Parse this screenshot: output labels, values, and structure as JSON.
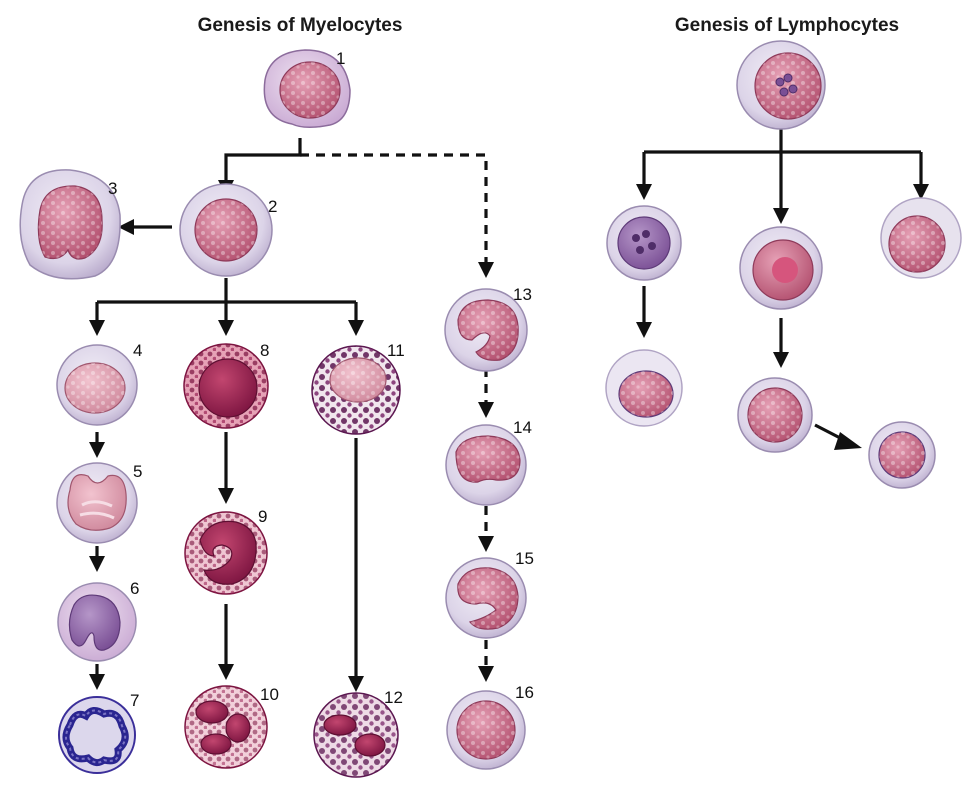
{
  "titles": {
    "myelocytes": "Genesis of Myelocytes",
    "lymphocytes": "Genesis of Lymphocytes"
  },
  "cell_numbers": [
    "1",
    "2",
    "3",
    "4",
    "5",
    "6",
    "7",
    "8",
    "9",
    "10",
    "11",
    "12",
    "13",
    "14",
    "15",
    "16"
  ],
  "colors": {
    "cytoplasm": "#d9d2e6",
    "nucleus_pink": "#c86b87",
    "nucleus_dark": "#8e1f4c",
    "nucleus_purple": "#8f66a8",
    "nucleus_blue": "#3b2f9a",
    "outline": "#7a6a8a",
    "arrow": "#111111"
  }
}
